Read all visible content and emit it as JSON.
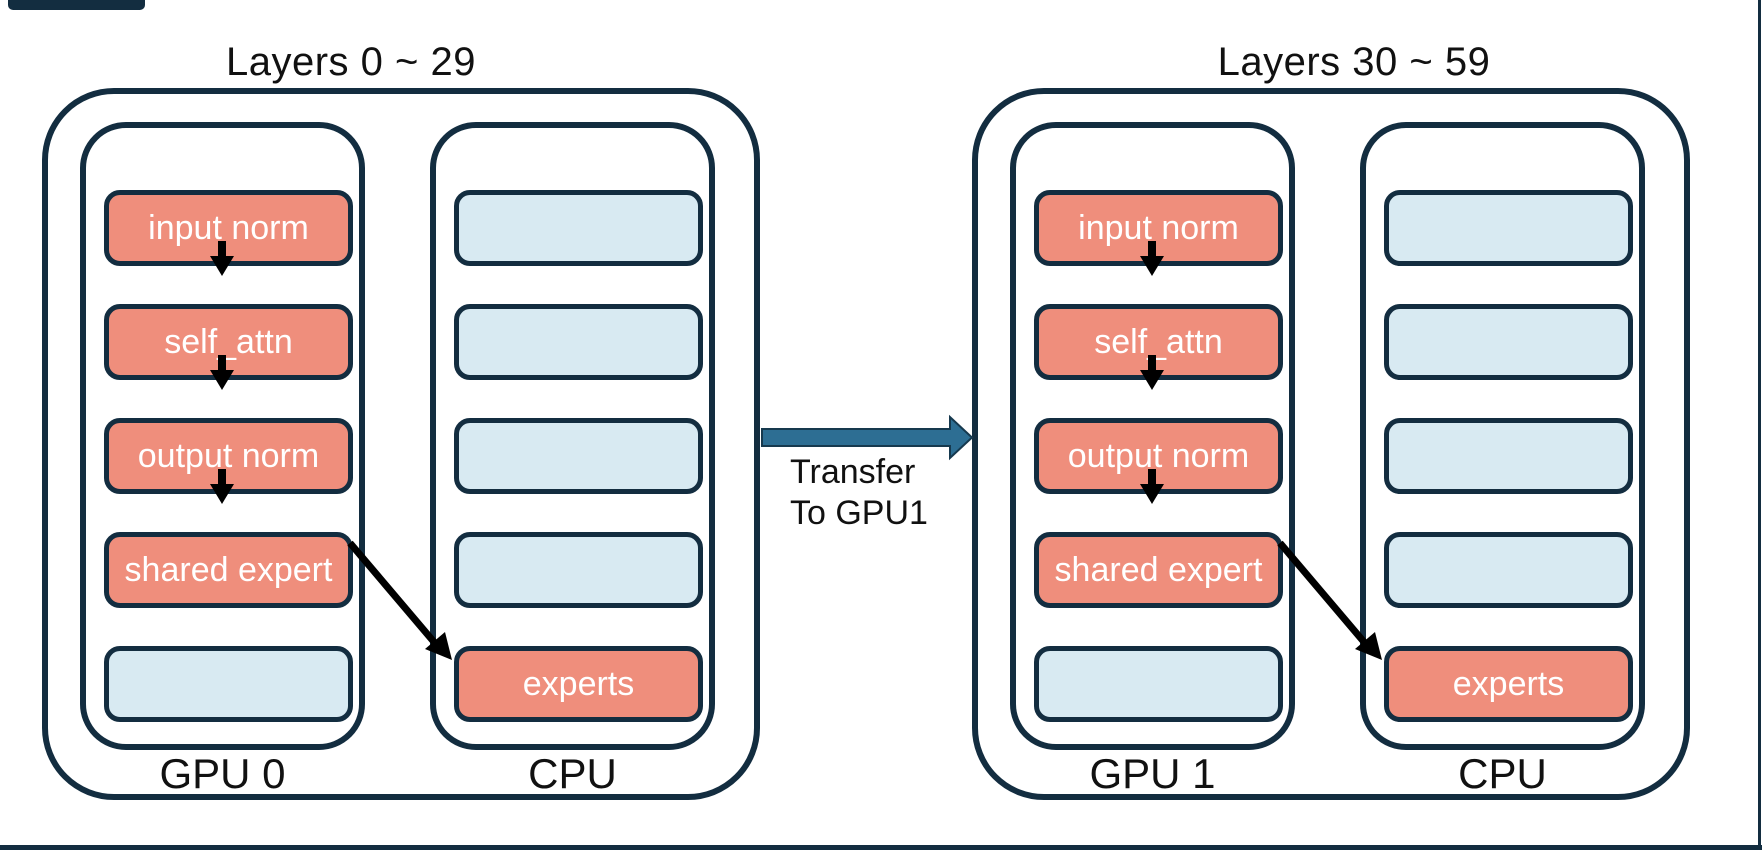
{
  "colors": {
    "page_bg": "#ffffff",
    "border_navy": "#132d40",
    "box_salmon": "#ef8e7c",
    "box_blue": "#d8eaf2",
    "transfer_arrow": "#2d6e93",
    "text_black": "#111111",
    "box_text": "#ffffff"
  },
  "groups": [
    {
      "title": "Layers 0 ~ 29",
      "gpu": {
        "label": "GPU 0",
        "boxes": [
          {
            "label": "input norm",
            "type": "salmon"
          },
          {
            "label": "self_attn",
            "type": "salmon"
          },
          {
            "label": "output norm",
            "type": "salmon"
          },
          {
            "label": "shared expert",
            "type": "salmon"
          },
          {
            "label": "",
            "type": "blue"
          }
        ]
      },
      "cpu": {
        "label": "CPU",
        "boxes": [
          {
            "label": "",
            "type": "blue"
          },
          {
            "label": "",
            "type": "blue"
          },
          {
            "label": "",
            "type": "blue"
          },
          {
            "label": "",
            "type": "blue"
          },
          {
            "label": "experts",
            "type": "salmon"
          }
        ]
      }
    },
    {
      "title": "Layers 30 ~ 59",
      "gpu": {
        "label": "GPU 1",
        "boxes": [
          {
            "label": "input norm",
            "type": "salmon"
          },
          {
            "label": "self_attn",
            "type": "salmon"
          },
          {
            "label": "output norm",
            "type": "salmon"
          },
          {
            "label": "shared expert",
            "type": "salmon"
          },
          {
            "label": "",
            "type": "blue"
          }
        ]
      },
      "cpu": {
        "label": "CPU",
        "boxes": [
          {
            "label": "",
            "type": "blue"
          },
          {
            "label": "",
            "type": "blue"
          },
          {
            "label": "",
            "type": "blue"
          },
          {
            "label": "",
            "type": "blue"
          },
          {
            "label": "experts",
            "type": "salmon"
          }
        ]
      }
    }
  ],
  "transfer": {
    "line1": "Transfer",
    "line2": "To GPU1"
  }
}
